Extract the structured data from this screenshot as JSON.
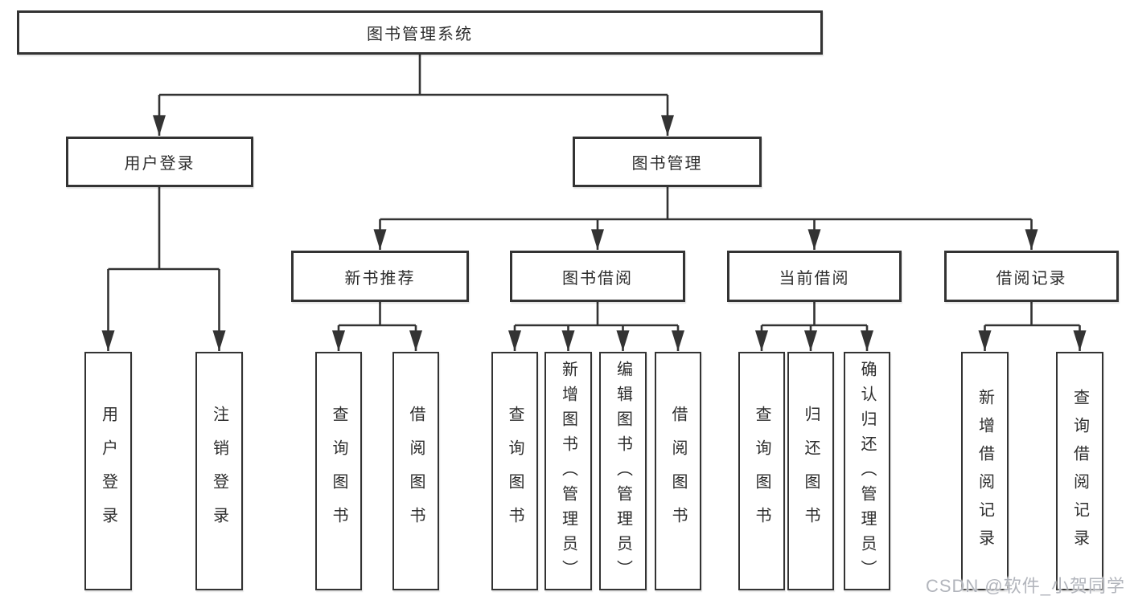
{
  "nodes": {
    "root": "图书管理系统",
    "level2": [
      "用户登录",
      "图书管理"
    ],
    "level3": [
      "新书推荐",
      "图书借阅",
      "当前借阅",
      "借阅记录"
    ],
    "leaves": [
      "用户登录",
      "注销登录",
      "查询图书",
      "借阅图书",
      "查询图书",
      "新增图书（管理员）",
      "编辑图书（管理员）",
      "借阅图书",
      "查询图书",
      "归还图书",
      "确认归还（管理员）",
      "新增借阅记录",
      "查询借阅记录"
    ]
  },
  "watermark": "CSDN @软件_小贺同学",
  "colors": {
    "line": "#333333",
    "border": "#333333",
    "background": "#ffffff",
    "text": "#2d2d2d",
    "watermark": "#b2b5bc"
  }
}
